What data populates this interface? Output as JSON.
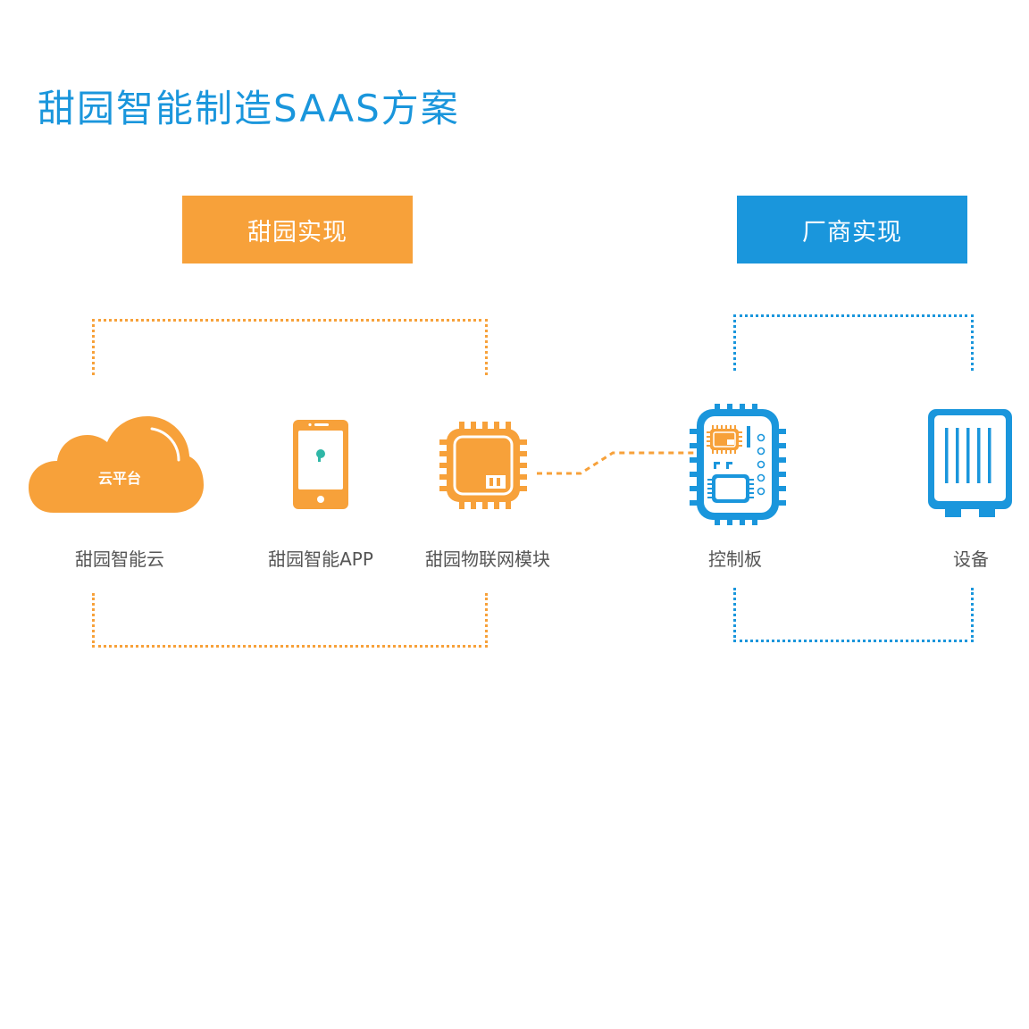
{
  "title": "甜园智能制造SAAS方案",
  "groups": {
    "tianyuan": "甜园实现",
    "vendor": "厂商实现"
  },
  "cloud_text": "云平台",
  "nodes": [
    {
      "label": "甜园智能云",
      "icon": "cloud-icon"
    },
    {
      "label": "甜园智能APP",
      "icon": "phone-icon"
    },
    {
      "label": "甜园物联网模块",
      "icon": "chip-icon"
    },
    {
      "label": "控制板",
      "icon": "control-board-icon"
    },
    {
      "label": "设备",
      "icon": "device-icon"
    }
  ],
  "colors": {
    "orange": "#f7a13a",
    "blue": "#1a96dc",
    "label": "#555555"
  }
}
